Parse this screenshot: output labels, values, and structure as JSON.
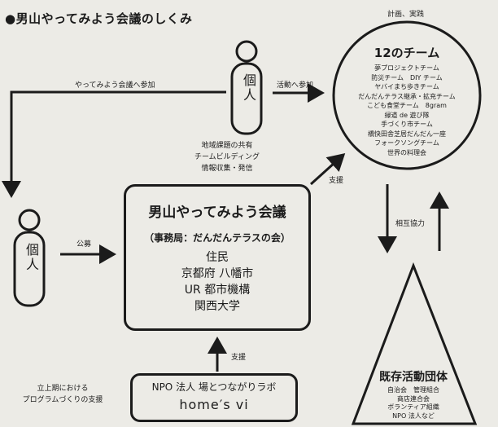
{
  "title": "●男山やってみよう会議のしくみ",
  "person_label": "個人",
  "arrows": {
    "join_meeting": "やってみよう会議へ参加",
    "join_activity": "活動へ参加",
    "recruit": "公募",
    "support_top": "支援",
    "support_bottom": "支援",
    "cooperation": "相互協力"
  },
  "meeting_functions": [
    "地域課題の共有",
    "チームビルディング",
    "情報収集・発信"
  ],
  "plan_practice": "計画、実践",
  "teams": {
    "title": "12のチーム",
    "items": [
      "夢プロジェクトチーム",
      "防災チーム　DIY チーム",
      "ヤバイまち歩きチーム",
      "だんだんテラス継承・拡充チーム",
      "こども食堂チーム　8gram",
      "緑道 de 遊び隊",
      "手づくり市チーム",
      "橋快田舎芝居だんだん一座",
      "フォークソングチーム",
      "世界の料理会"
    ]
  },
  "meeting": {
    "title": "男山やってみよう会議",
    "office": "（事務局：だんだんテラスの会）",
    "members": [
      "住民",
      "京都府 八幡市",
      "UR 都市機構",
      "関西大学"
    ]
  },
  "npo": {
    "line1": "NPO 法人 場とつながりラボ",
    "line2": "home′s vi"
  },
  "early_support": [
    "立上期における",
    "プログラムづくりの支援"
  ],
  "existing": {
    "title": "既存活動団体",
    "items": [
      "自治会　管理組合",
      "商店連合会",
      "ボランティア組織",
      "NPO 法人など"
    ]
  }
}
